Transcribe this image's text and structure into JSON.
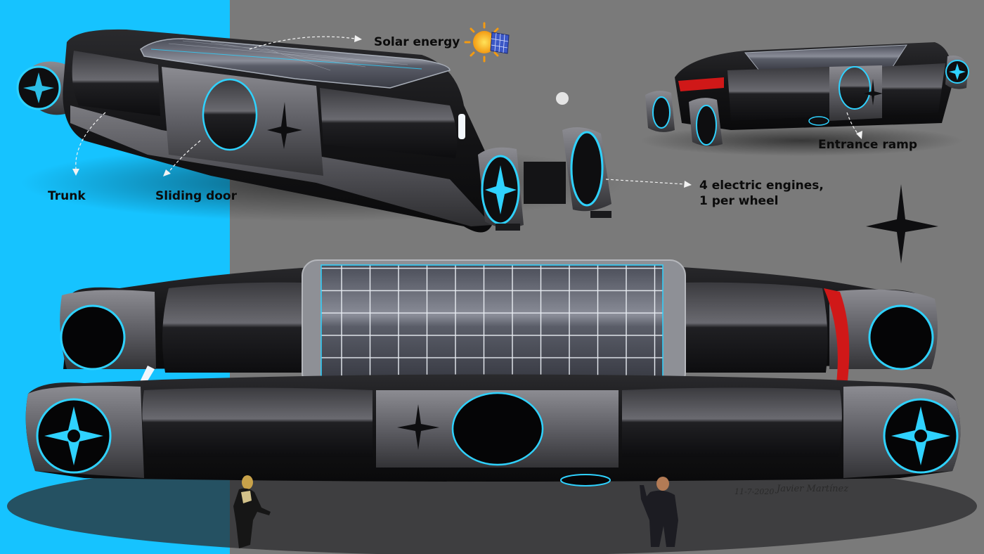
{
  "labels": {
    "solar": "Solar energy",
    "entrance": "Entrance ramp",
    "engines_line1": "4 electric engines,",
    "engines_line2": "1 per wheel",
    "trunk": "Trunk",
    "sliding_door": "Sliding door"
  },
  "signature": {
    "date": "11-7-2020",
    "name": "Javier Martínez"
  },
  "colors": {
    "left_panel": "#16c3ff",
    "background": "#7a7a7a",
    "accent_glow": "#2fd2ff",
    "body_dark": "#1b1b1d",
    "body_grey": "#5d5d62",
    "tail_light": "#d01818",
    "solar_panel": "#5b5e6a"
  }
}
